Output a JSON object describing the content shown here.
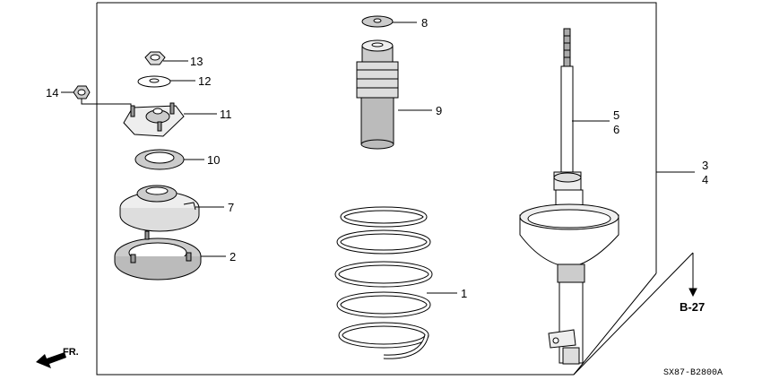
{
  "diagram": {
    "callouts": {
      "c1": "1",
      "c2": "2",
      "c3": "3",
      "c4": "4",
      "c5": "5",
      "c6": "6",
      "c7": "7",
      "c8": "8",
      "c9": "9",
      "c10": "10",
      "c11": "11",
      "c12": "12",
      "c13": "13",
      "c14": "14"
    },
    "reference": "B-27",
    "front_label": "FR.",
    "drawing_code": "SX87-B2800A"
  }
}
